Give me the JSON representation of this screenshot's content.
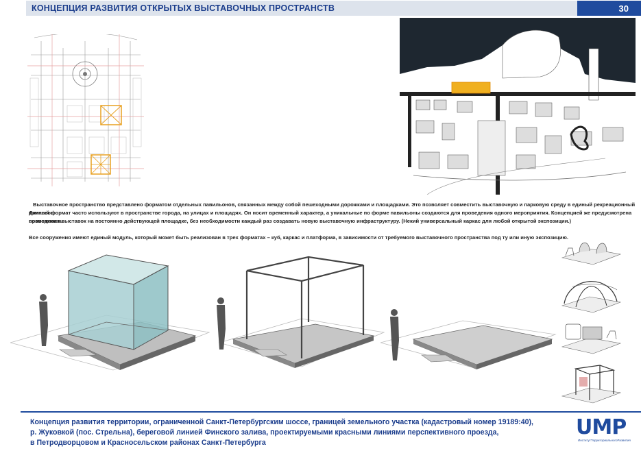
{
  "header": {
    "title": "КОНЦЕПЦИЯ РАЗВИТИЯ ОТКРЫТЫХ ВЫСТАВОЧНЫХ ПРОСТРАНСТВ",
    "page_number": "30"
  },
  "body": {
    "paragraph_1": "Выставочное пространство представлено форматом отдельных павильонов, связанных между собой пешеходными дорожками и площадками. Это позволяет совместить выставочную и парковую среду в единый рекреационный комплекс.",
    "paragraph_2": "Данный формат часто используют в пространстве города, на улицах и площадях. Он носит временный характер, а уникальные по форме павильоны создаются для проведения одного мероприятия. Концепцией же предусмотрена возможность",
    "paragraph_3": "проведения выставок на постоянно действующей площадке, без необходимости каждый раз создавать новую выставочную инфраструктуру. (Некий универсальный каркас для любой открытой экспозиции.)",
    "paragraph_4": "Все сооружения имеют единый модуль, который может быть реализован в трех форматах – куб, каркас и платформа, в зависимости от требуемого выставочного пространства под ту или иную экспозицию."
  },
  "footer": {
    "line_1": "Концепция развития территории, ограниченной Санкт-Петербургским шоссе, границей земельного участка (кадастровый номер 19189:40),",
    "line_2": "р. Жуковкой (пос. Стрельна), береговой линией Финского залива, проектируемыми красными линиями перспективного проезда,",
    "line_3": "в Петродворцовом и Красносельском районах Санкт-Петербурга"
  },
  "logo": {
    "letters": "UMP",
    "subtitle": "ИнститутТерриториальногоРазвития"
  },
  "colors": {
    "brand_blue": "#1f4b9e",
    "header_bg": "#dde3ec",
    "highlight_orange": "#e8a020",
    "sea_dark": "#1e2730"
  }
}
